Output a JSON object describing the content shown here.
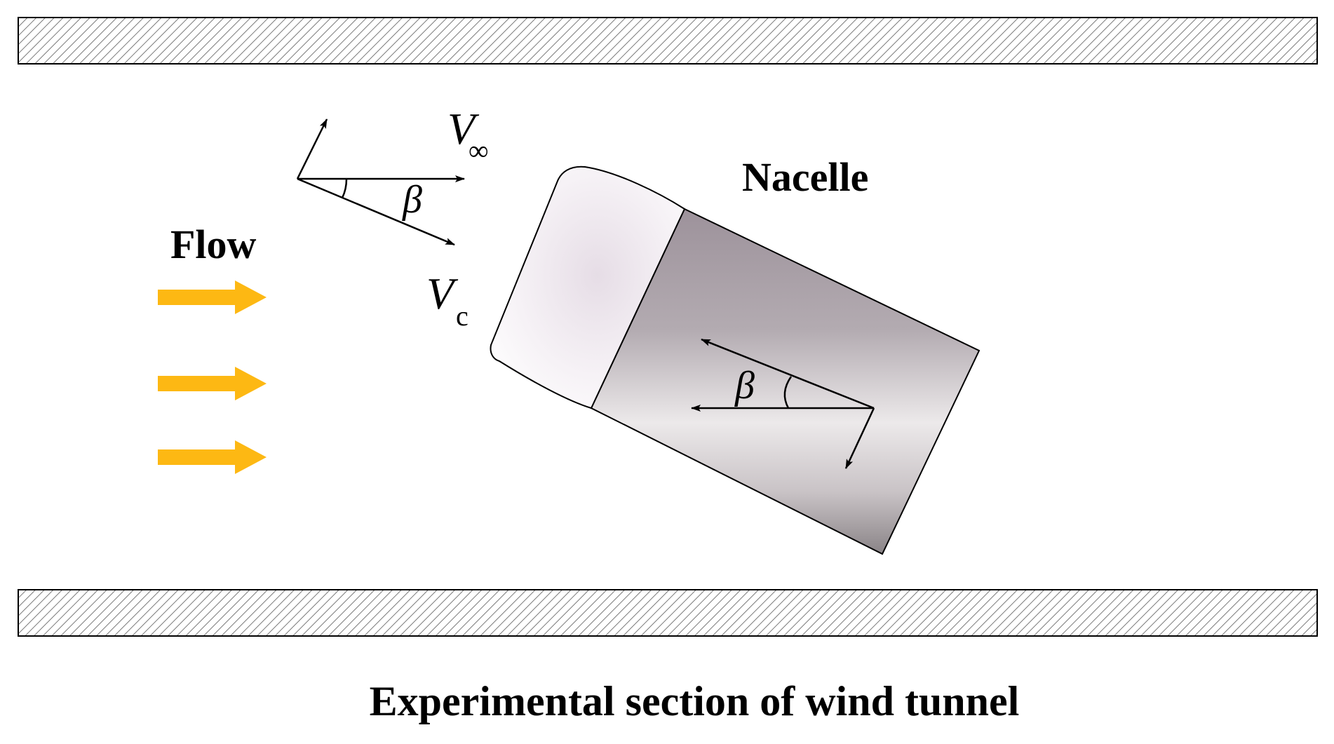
{
  "labels": {
    "flow": "Flow",
    "nacelle": "Nacelle",
    "caption": "Experimental section of wind tunnel",
    "v_inf_symbol": "V",
    "v_inf_subscript": "∞",
    "v_c_symbol": "V",
    "v_c_subscript": "c",
    "beta_top": "β",
    "beta_nacelle": "β"
  },
  "colors": {
    "flow_arrow": "#FDB813",
    "wall_hatch": "#808080",
    "nacelle_body": "#a8a0a6",
    "nacelle_inlet": "#f4eef4",
    "line": "#000000"
  },
  "flow_arrow_count": 3
}
